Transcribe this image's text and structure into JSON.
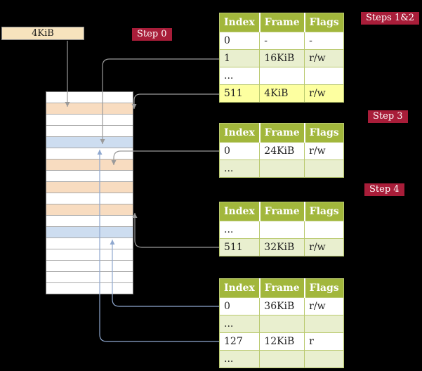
{
  "colors": {
    "badge_red": "#a81d39",
    "table_header_green": "#a2b73c",
    "table_border_green": "#b9c96e",
    "row_tint_green": "#e9efcf",
    "highlight_yellow": "#fdffa0",
    "frame_peach": "#f8dcc0",
    "frame_blue": "#cdddf0",
    "pointer_box_tan": "#f7e3bd",
    "arrow_gray": "#9a9a9a",
    "arrow_blue": "#8fa8cf"
  },
  "pointer_box": {
    "label": "4KiB"
  },
  "badges": {
    "step0": "Step 0",
    "steps12": "Steps 1&2",
    "step3": "Step 3",
    "step4": "Step 4"
  },
  "memory_stack": {
    "rows": [
      {
        "color": "white"
      },
      {
        "color": "peach"
      },
      {
        "color": "white"
      },
      {
        "color": "white"
      },
      {
        "color": "blue"
      },
      {
        "color": "white"
      },
      {
        "color": "peach"
      },
      {
        "color": "white"
      },
      {
        "color": "peach"
      },
      {
        "color": "white"
      },
      {
        "color": "peach"
      },
      {
        "color": "white"
      },
      {
        "color": "blue"
      },
      {
        "color": "white"
      },
      {
        "color": "white"
      },
      {
        "color": "white"
      },
      {
        "color": "white"
      },
      {
        "color": "white"
      }
    ]
  },
  "tables": [
    {
      "name": "page-table-steps-1-2",
      "headers": [
        "Index",
        "Frame",
        "Flags"
      ],
      "rows": [
        [
          "0",
          "-",
          "-"
        ],
        [
          "1",
          "16KiB",
          "r/w"
        ],
        [
          "...",
          "",
          ""
        ],
        [
          "511",
          "4KiB",
          "r/w"
        ]
      ],
      "highlight_row_index": 3
    },
    {
      "name": "page-table-step-3",
      "headers": [
        "Index",
        "Frame",
        "Flags"
      ],
      "rows": [
        [
          "0",
          "24KiB",
          "r/w"
        ],
        [
          "...",
          "",
          ""
        ]
      ]
    },
    {
      "name": "page-table-step-4",
      "headers": [
        "Index",
        "Frame",
        "Flags"
      ],
      "rows": [
        [
          "...",
          "",
          ""
        ],
        [
          "511",
          "32KiB",
          "r/w"
        ]
      ]
    },
    {
      "name": "page-table-final",
      "headers": [
        "Index",
        "Frame",
        "Flags"
      ],
      "rows": [
        [
          "0",
          "36KiB",
          "r/w"
        ],
        [
          "...",
          "",
          ""
        ],
        [
          "127",
          "12KiB",
          "r"
        ],
        [
          "...",
          "",
          ""
        ]
      ]
    }
  ]
}
